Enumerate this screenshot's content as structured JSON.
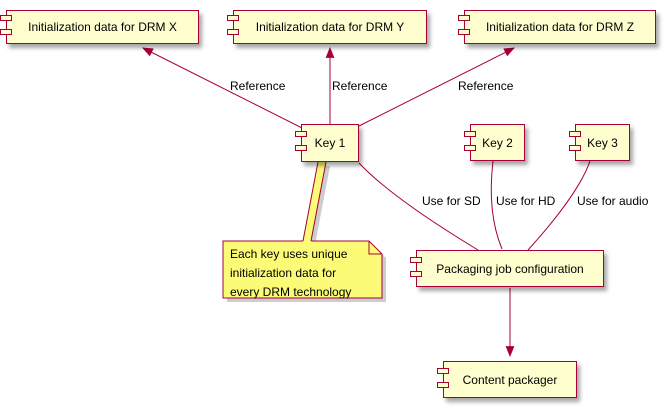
{
  "diagram_type": "plantuml-component-diagram",
  "colors": {
    "component_fill": "#FEFECE",
    "border_and_lines": "#A80036",
    "note_fill": "#FBFB77",
    "text": "#000000",
    "background": "#FFFFFF"
  },
  "components": [
    {
      "label": "Initialization data for DRM X"
    },
    {
      "label": "Initialization data for DRM Y"
    },
    {
      "label": "Initialization data for DRM Z"
    },
    {
      "label": "Key 1"
    },
    {
      "label": "Key 2"
    },
    {
      "label": "Key 3"
    },
    {
      "label": "Packaging job configuration"
    },
    {
      "label": "Content packager"
    }
  ],
  "note": {
    "text": "Each key uses unique\ninitialization data for\nevery DRM technology"
  },
  "edge_labels": [
    {
      "text": "Reference"
    },
    {
      "text": "Reference"
    },
    {
      "text": "Reference"
    },
    {
      "text": "Use for SD"
    },
    {
      "text": "Use for HD"
    },
    {
      "text": "Use for audio"
    }
  ]
}
